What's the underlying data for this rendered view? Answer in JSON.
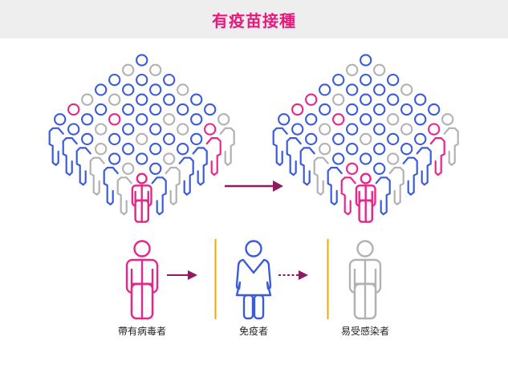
{
  "title": "有疫苗接種",
  "colors": {
    "blue": "#3a5bdc",
    "gray": "#b3b1b3",
    "pink": "#e8268a",
    "arrow": "#8e1b5f",
    "divider": "#f2a900"
  },
  "crowd_before": [
    [
      "b",
      "g",
      "b",
      "b",
      "g",
      "p",
      "b"
    ],
    [
      "g",
      "b",
      "b",
      "g",
      "b",
      "b",
      "b"
    ],
    [
      "b",
      "b",
      "b",
      "b",
      "p",
      "g",
      "b"
    ],
    [
      "g",
      "b",
      "b",
      "b",
      "b",
      "b",
      "g"
    ],
    [
      "b",
      "b",
      "g",
      "b",
      "g",
      "b",
      "b"
    ],
    [
      "b",
      "b",
      "g",
      "b",
      "b",
      "b",
      "g"
    ],
    [
      "g",
      "p",
      "b",
      "b",
      "g",
      "b",
      "p"
    ]
  ],
  "crowd_after": [
    [
      "b",
      "g",
      "b",
      "b",
      "p",
      "p",
      "b"
    ],
    [
      "g",
      "b",
      "b",
      "g",
      "b",
      "b",
      "b"
    ],
    [
      "b",
      "b",
      "b",
      "b",
      "p",
      "g",
      "b"
    ],
    [
      "g",
      "b",
      "b",
      "b",
      "b",
      "b",
      "g"
    ],
    [
      "b",
      "b",
      "g",
      "b",
      "g",
      "b",
      "b"
    ],
    [
      "b",
      "b",
      "g",
      "b",
      "b",
      "b",
      "p"
    ],
    [
      "g",
      "p",
      "b",
      "b",
      "g",
      "b",
      "p"
    ]
  ],
  "legend": [
    {
      "label": "帶有病毒者",
      "color": "pink",
      "figure": "male"
    },
    {
      "label": "免疫者",
      "color": "blue",
      "figure": "female"
    },
    {
      "label": "易受感染者",
      "color": "gray",
      "figure": "male"
    }
  ]
}
